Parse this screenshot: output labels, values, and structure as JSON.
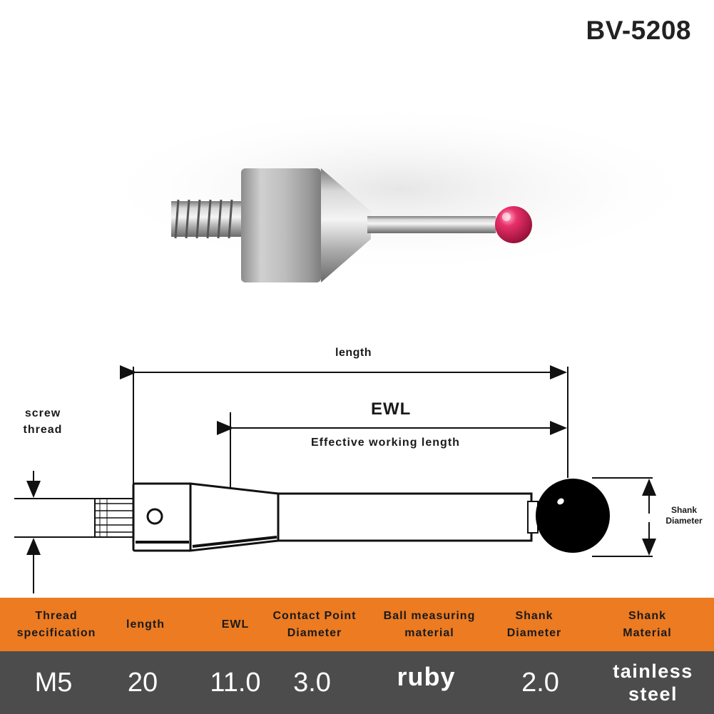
{
  "product": {
    "model": "BV-5208"
  },
  "diagram": {
    "length_label": "length",
    "ewl_label": "EWL",
    "ewl_description": "Effective working length",
    "screw_thread_label": "screw\nthread",
    "shank_diameter_label": "Shank\nDiameter"
  },
  "colors": {
    "header_band": "#ec7b22",
    "value_band": "#4c4c4c",
    "ruby": "#d42a5a"
  },
  "spec_table": {
    "headers": [
      "Thread\nspecification",
      "length",
      "EWL",
      "Contact Point\nDiameter",
      "Ball measuring\nmaterial",
      "Shank\nDiameter",
      "Shank\nMaterial"
    ],
    "values": [
      "M5",
      "20",
      "11.0",
      "3.0",
      "ruby",
      "2.0",
      "tainless\nsteel"
    ]
  }
}
